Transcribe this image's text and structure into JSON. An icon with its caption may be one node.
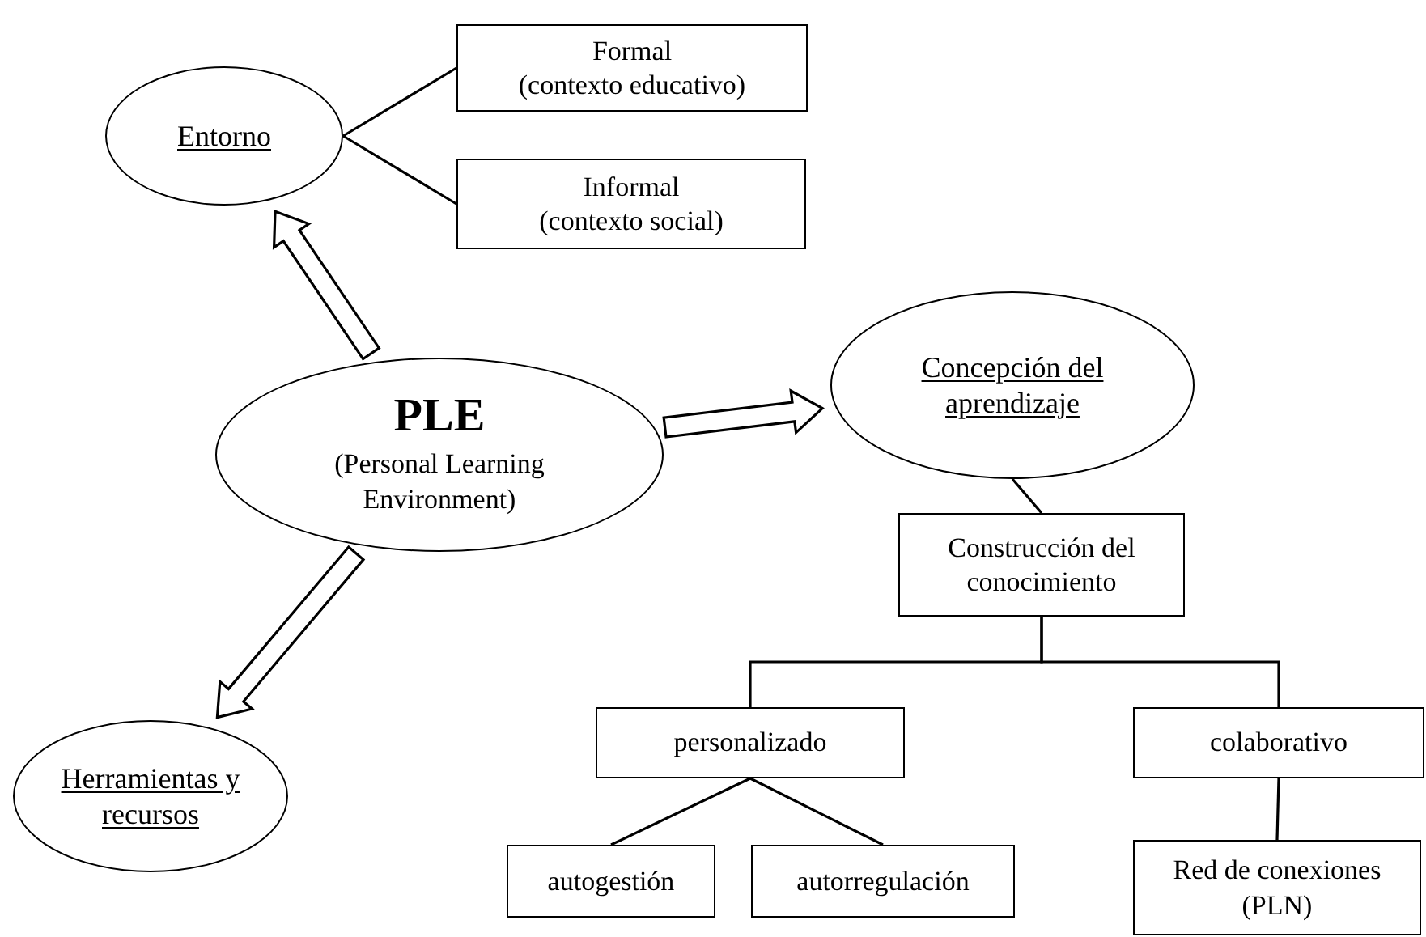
{
  "diagram": {
    "nodes": [
      {
        "text": [
          "Formal",
          "(contexto educativo)"
        ]
      },
      {
        "text": [
          "Entorno"
        ]
      },
      {
        "text": [
          "Informal",
          "(contexto social)"
        ]
      },
      {
        "text": [
          "Concepción del aprendizaje"
        ]
      },
      {
        "text": [
          "PLE",
          "(Personal Learning Environment)"
        ]
      },
      {
        "text": [
          "Construcción del conocimiento"
        ]
      },
      {
        "text": [
          "personalizado"
        ]
      },
      {
        "text": [
          "colaborativo"
        ]
      },
      {
        "text": [
          "Herramientas y recursos"
        ]
      },
      {
        "text": [
          "autogestión"
        ]
      },
      {
        "text": [
          "autorregulación"
        ]
      },
      {
        "text": [
          "Red de conexiones (PLN)"
        ]
      }
    ],
    "edges": [
      {
        "from": 4,
        "to": 1,
        "arrow": "to",
        "style": "thick"
      },
      {
        "from": 4,
        "to": 3,
        "arrow": "to",
        "style": "thick"
      },
      {
        "from": 4,
        "to": 8,
        "arrow": "to",
        "style": "thick"
      },
      {
        "from": 1,
        "to": 0,
        "arrow": "none"
      },
      {
        "from": 1,
        "to": 2,
        "arrow": "none"
      },
      {
        "from": 3,
        "to": 5,
        "arrow": "none"
      },
      {
        "from": 5,
        "to": 6,
        "arrow": "none"
      },
      {
        "from": 5,
        "to": 7,
        "arrow": "none"
      },
      {
        "from": 6,
        "to": 9,
        "arrow": "none"
      },
      {
        "from": 6,
        "to": 10,
        "arrow": "none"
      },
      {
        "from": 7,
        "to": 11,
        "arrow": "none"
      }
    ]
  }
}
